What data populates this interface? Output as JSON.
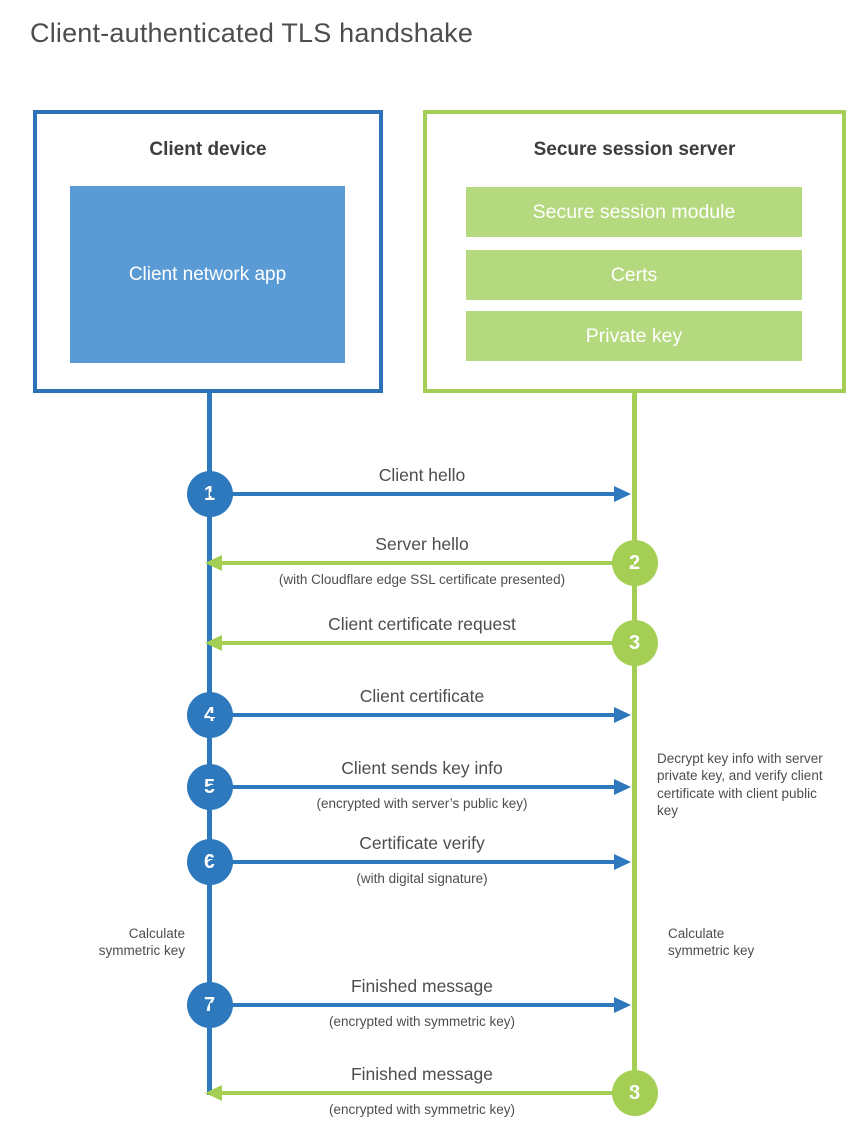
{
  "title": "Client-authenticated TLS handshake",
  "colors": {
    "client_blue": "#2e78bd",
    "client_fill_blue": "#5b9bd5",
    "server_green": "#a5ce55",
    "server_fill_green": "#b5d97e",
    "heading_text": "#3d3d3d",
    "body_text": "#4d4d4d"
  },
  "client": {
    "title": "Client device",
    "inner_label": "Client network app"
  },
  "server": {
    "title": "Secure session server",
    "modules": [
      "Secure session module",
      "Certs",
      "Private key"
    ]
  },
  "steps": [
    {
      "num": "1",
      "from": "client",
      "label": "Client hello",
      "sub": ""
    },
    {
      "num": "2",
      "from": "server",
      "label": "Server hello",
      "sub": "(with Cloudflare edge SSL certificate presented)"
    },
    {
      "num": "3",
      "from": "server",
      "label": "Client certificate request",
      "sub": ""
    },
    {
      "num": "4",
      "from": "client",
      "label": "Client certificate",
      "sub": ""
    },
    {
      "num": "5",
      "from": "client",
      "label": "Client sends key info",
      "sub": "(encrypted with server’s public key)"
    },
    {
      "num": "6",
      "from": "client",
      "label": "Certificate verify",
      "sub": "(with digital signature)"
    },
    {
      "num": "7",
      "from": "client",
      "label": "Finished message",
      "sub": "(encrypted with symmetric key)"
    },
    {
      "num": "8",
      "from": "server",
      "label": "Finished message",
      "sub": "(encrypted with symmetric key)"
    }
  ],
  "notes": {
    "decrypt": "Decrypt key info with server private key, and verify client certificate with client public key",
    "calc_left": "Calculate symmetric key",
    "calc_right": "Calculate symmetric key"
  }
}
